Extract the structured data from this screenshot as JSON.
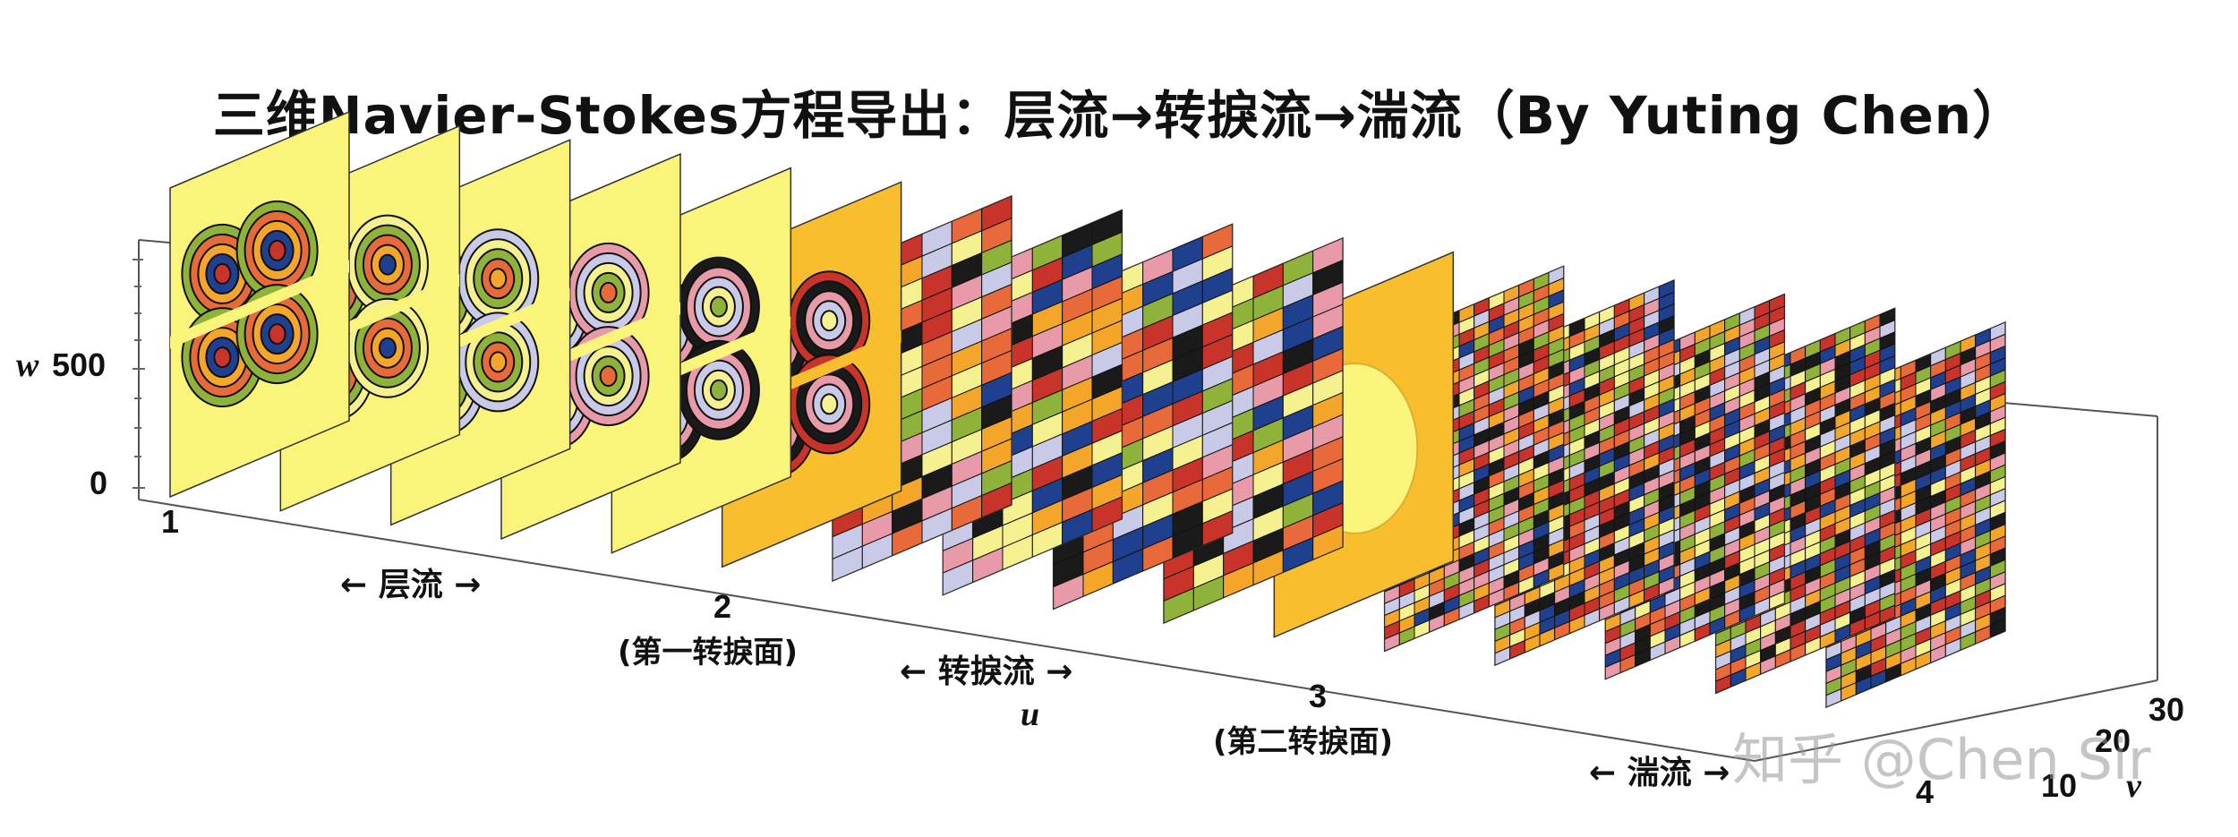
{
  "title": "三维Navier-Stokes方程导出：层流→转捩流→湍流（By Yuting Chen）",
  "axes": {
    "w": {
      "label": "w",
      "ticks": [
        "500",
        "0"
      ]
    },
    "u": {
      "label": "u",
      "ticks": [
        "1",
        "2",
        "3",
        "4"
      ]
    },
    "v": {
      "label": "v",
      "ticks": [
        "10",
        "20",
        "30"
      ]
    }
  },
  "regions": [
    {
      "label": "← 层流 →"
    },
    {
      "label": "← 转捩流 →"
    },
    {
      "label": "← 湍流 →"
    }
  ],
  "transition_notes": [
    {
      "label": "(第一转捩面)"
    },
    {
      "label": "(第二转捩面)"
    }
  ],
  "watermark": "知乎 @Chen Sir",
  "colors": {
    "laminar_background": "#fbf47a",
    "transition_surface": "#f9be2e",
    "palette": [
      "#1a1a1a",
      "#c8342a",
      "#1f3f8f",
      "#f4a62a",
      "#e86a3a",
      "#8fb23a",
      "#f5f090",
      "#c9c9e8",
      "#e99aa8"
    ]
  },
  "slices": [
    {
      "stage": "laminar"
    },
    {
      "stage": "laminar"
    },
    {
      "stage": "laminar"
    },
    {
      "stage": "laminar"
    },
    {
      "stage": "laminar"
    },
    {
      "stage": "first-transition-surface"
    },
    {
      "stage": "transition"
    },
    {
      "stage": "transition"
    },
    {
      "stage": "transition"
    },
    {
      "stage": "transition"
    },
    {
      "stage": "second-transition-surface"
    },
    {
      "stage": "turbulent"
    },
    {
      "stage": "turbulent"
    },
    {
      "stage": "turbulent"
    },
    {
      "stage": "turbulent"
    },
    {
      "stage": "turbulent"
    }
  ]
}
